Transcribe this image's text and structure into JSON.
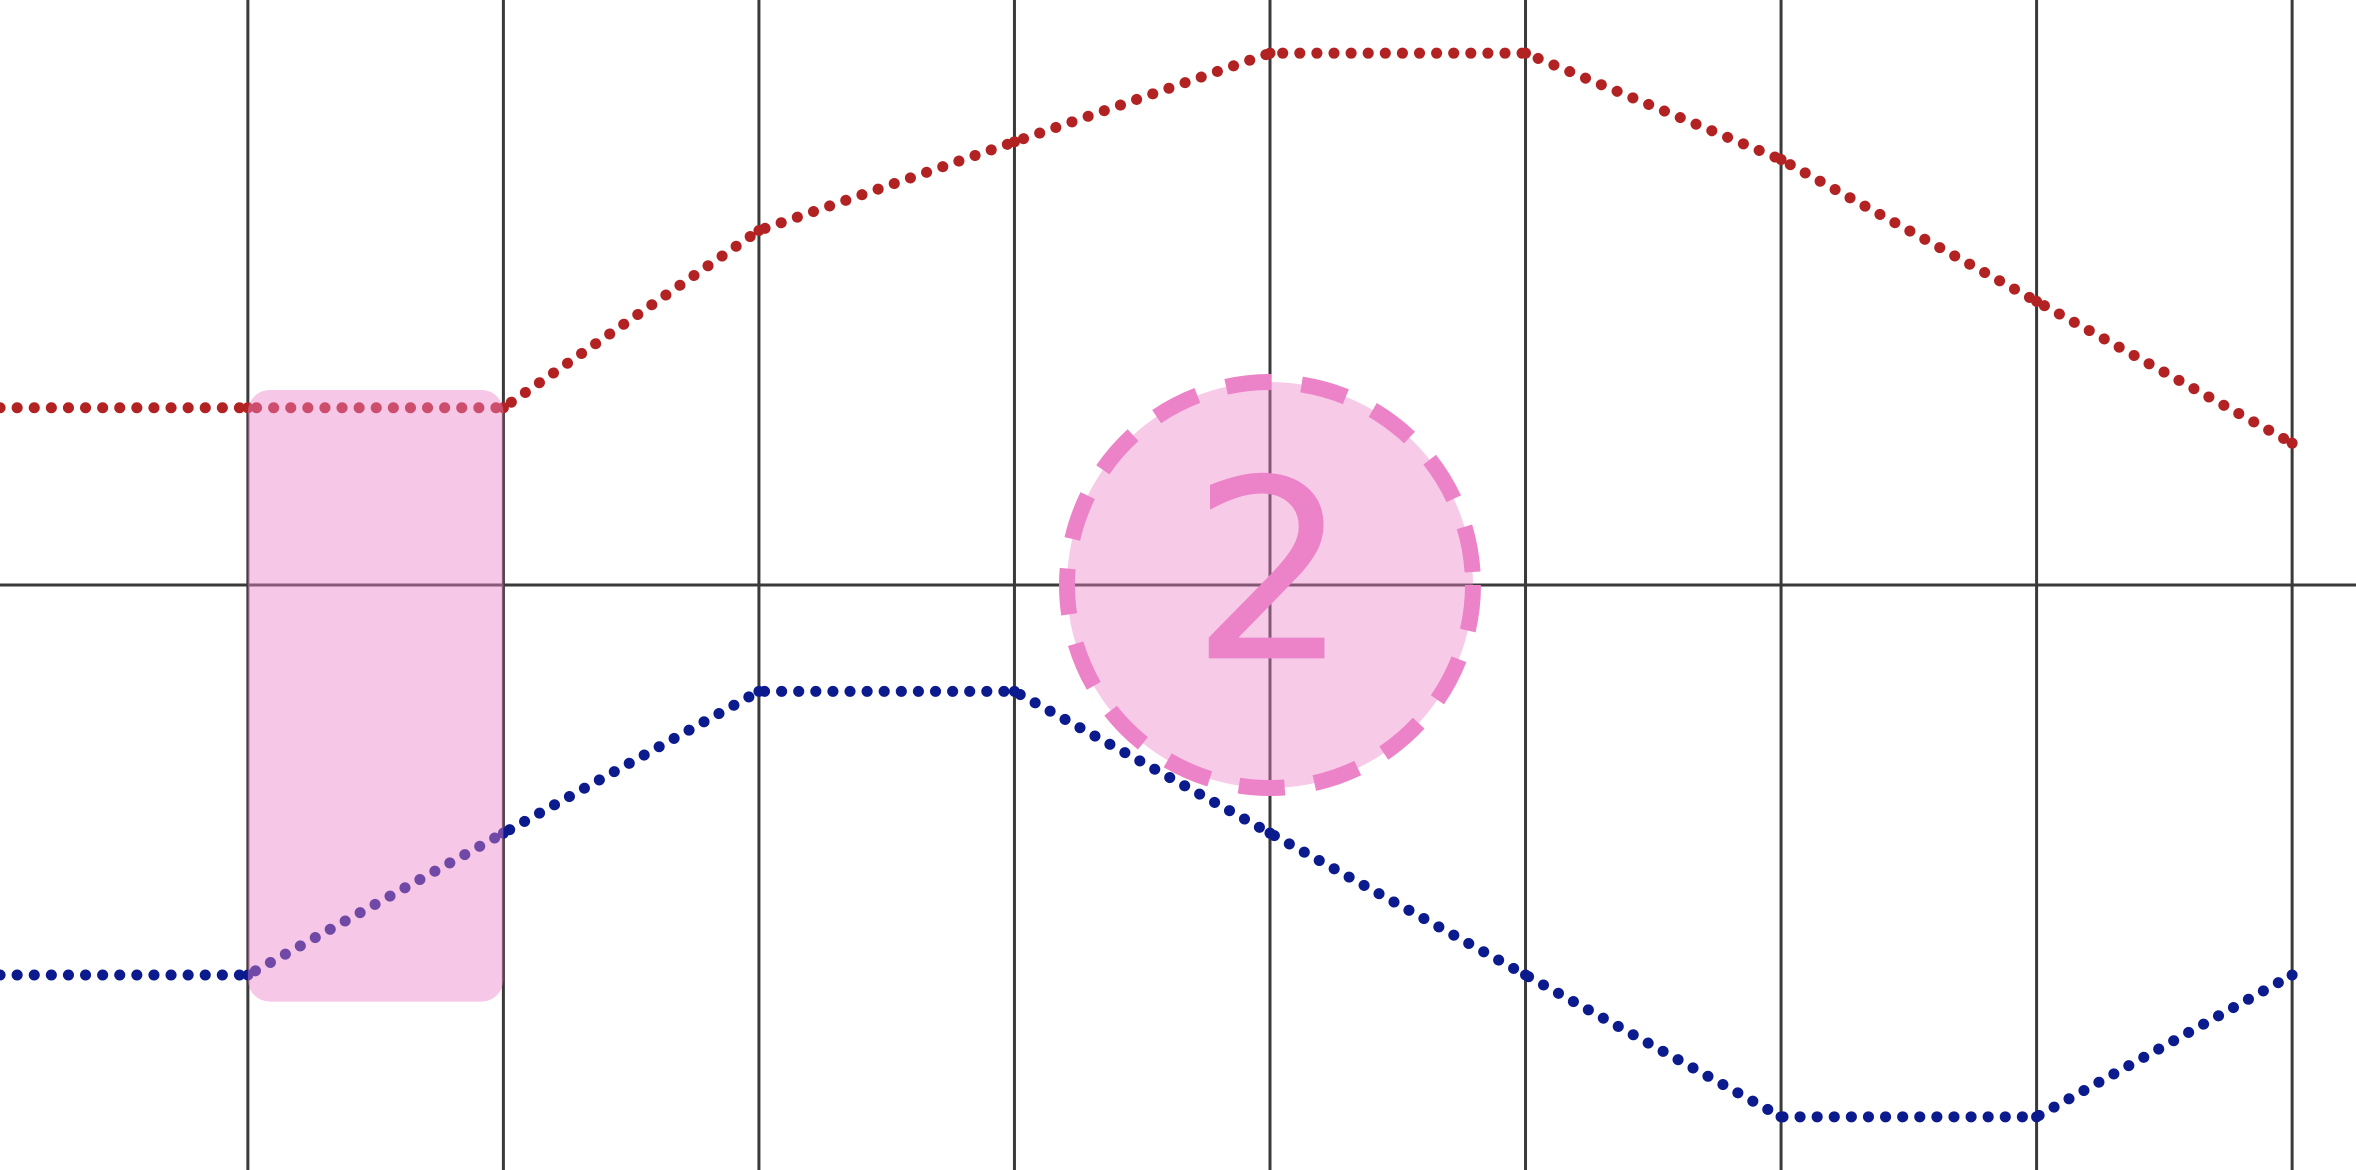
{
  "chart_data": {
    "type": "line",
    "title": "",
    "xlabel": "",
    "ylabel": "",
    "x": [
      0,
      1,
      2,
      3,
      4,
      5,
      6,
      7,
      8
    ],
    "xlim": [
      -0.97,
      8.25
    ],
    "ylim": [
      -3.3,
      3.3
    ],
    "grid": true,
    "zero_line": true,
    "series": [
      {
        "color": "#b22222",
        "style": "dotted",
        "values": [
          1,
          1,
          2,
          2.5,
          3,
          3,
          2.4,
          1.6,
          0.8
        ]
      },
      {
        "color": "#0b1a8c",
        "style": "dotted",
        "values": [
          -2.2,
          -1.4,
          -0.6,
          -0.6,
          -1.4,
          -2.2,
          -3,
          -3,
          -2.2
        ]
      }
    ]
  },
  "annotations": {
    "highlight_box": {
      "x_range": [
        0,
        1
      ],
      "y_range": [
        -2.35,
        1.1
      ],
      "color": "#ec83c8"
    },
    "circle_marker": {
      "label": "2",
      "x": 4,
      "y": 0,
      "color": "#ec83c8"
    }
  }
}
